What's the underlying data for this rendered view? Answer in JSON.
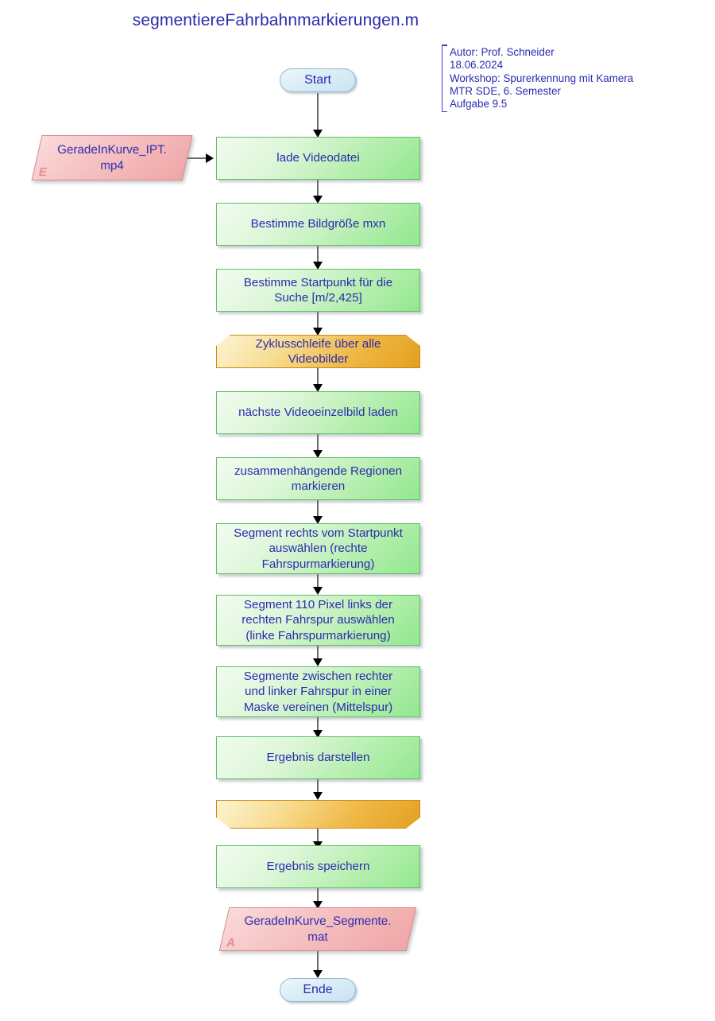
{
  "title": "segmentiereFahrbahnmarkierungen.m",
  "header_note": {
    "lines": [
      "Autor: Prof. Schneider",
      "18.06.2024",
      "Workshop: Spurerkennung mit Kamera",
      "MTR SDE, 6. Semester",
      "Aufgabe 9.5"
    ]
  },
  "colors": {
    "text_blue": "#2b2bb0",
    "process_green_border": "#5fbf63",
    "loop_orange_border": "#c98a18",
    "data_pink_border": "#d98a8a",
    "terminator_blue_border": "#8fb8cf",
    "connector_gray": "#6b6b6b"
  },
  "nodes": {
    "start": {
      "label": "Start",
      "type": "terminator"
    },
    "input_file": {
      "label": "GeradeInKurve_IPT.\nmp4",
      "marker": "E",
      "type": "data-input"
    },
    "p1": {
      "label": "lade Videodatei",
      "type": "process"
    },
    "p2": {
      "label": "Bestimme Bildgröße mxn",
      "type": "process"
    },
    "p3": {
      "label": "Bestimme Startpunkt für die Suche [m/2,425]",
      "type": "process"
    },
    "loop_start": {
      "label": "Zyklusschleife über alle Videobilder",
      "type": "loop-start"
    },
    "p4": {
      "label": "nächste Videoeinzelbild laden",
      "type": "process"
    },
    "p5": {
      "label": "zusammenhängende Regionen markieren",
      "type": "process"
    },
    "p6": {
      "label": "Segment rechts vom Startpunkt auswählen (rechte Fahrspurmarkierung)",
      "type": "process"
    },
    "p7": {
      "label": "Segment 110 Pixel links der rechten Fahrspur auswählen (linke Fahrspurmarkierung)",
      "type": "process"
    },
    "p8": {
      "label": "Segmente zwischen rechter und linker Fahrspur in einer Maske vereinen (Mittelspur)",
      "type": "process"
    },
    "p9": {
      "label": "Ergebnis darstellen",
      "type": "process"
    },
    "loop_end": {
      "label": "",
      "type": "loop-end"
    },
    "p10": {
      "label": "Ergebnis speichern",
      "type": "process"
    },
    "output_file": {
      "label": "GeradeInKurve_Segmente.\nmat",
      "marker": "A",
      "type": "data-output"
    },
    "ende": {
      "label": "Ende",
      "type": "terminator"
    }
  }
}
